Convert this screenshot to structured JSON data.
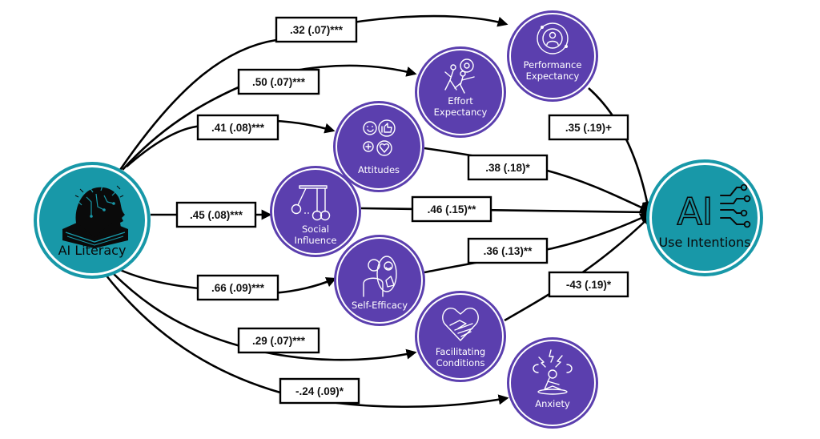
{
  "colors": {
    "construct_fill": "#5B3FAE",
    "endpoint_fill": "#1898A8",
    "endpoint_ring": "#1898A8",
    "line": "#000000",
    "label_bg": "#FFFFFF"
  },
  "nodes": {
    "ai_literacy": {
      "label": "AI Literacy",
      "icon": "head-circuit-book-icon"
    },
    "use_intentions": {
      "label": "Use Intentions",
      "icon_text": "AI",
      "icon": "ai-circuit-icon"
    },
    "performance_expectancy": {
      "line1": "Performance",
      "line2": "Expectancy",
      "icon": "target-person-icon"
    },
    "effort_expectancy": {
      "line1": "Effort",
      "line2": "Expectancy",
      "icon": "people-gear-icon"
    },
    "attitudes": {
      "label": "Attitudes",
      "icon": "emoji-thumbs-heart-icon"
    },
    "social_influence": {
      "line1": "Social",
      "line2": "Influence",
      "icon": "newton-cradle-people-icon"
    },
    "self_efficacy": {
      "label": "Self-Efficacy",
      "icon": "mirror-thumbs-up-icon"
    },
    "facilitating_conditions": {
      "line1": "Facilitating",
      "line2": "Conditions",
      "icon": "handshake-heart-icon"
    },
    "anxiety": {
      "label": "Anxiety",
      "icon": "anxious-person-lightning-icon"
    }
  },
  "edges": [
    {
      "from": "AI Literacy",
      "to": "Performance Expectancy",
      "label": ".32 (.07)***"
    },
    {
      "from": "AI Literacy",
      "to": "Effort Expectancy",
      "label": ".50 (.07)***"
    },
    {
      "from": "AI Literacy",
      "to": "Attitudes",
      "label": ".41 (.08)***"
    },
    {
      "from": "AI Literacy",
      "to": "Social Influence",
      "label": ".45 (.08)***"
    },
    {
      "from": "AI Literacy",
      "to": "Self-Efficacy",
      "label": ".66 (.09)***"
    },
    {
      "from": "AI Literacy",
      "to": "Facilitating Conditions",
      "label": ".29 (.07)***"
    },
    {
      "from": "AI Literacy",
      "to": "Anxiety",
      "label": "-.24 (.09)*"
    },
    {
      "from": "Performance Expectancy",
      "to": "Use Intentions",
      "label": ".35 (.19)+"
    },
    {
      "from": "Attitudes",
      "to": "Use Intentions",
      "label": ".38 (.18)*"
    },
    {
      "from": "Social Influence",
      "to": "Use Intentions",
      "label": ".46 (.15)**"
    },
    {
      "from": "Self-Efficacy",
      "to": "Use Intentions",
      "label": ".36 (.13)**"
    },
    {
      "from": "Facilitating Conditions",
      "to": "Use Intentions",
      "label": "-43 (.19)*"
    }
  ]
}
